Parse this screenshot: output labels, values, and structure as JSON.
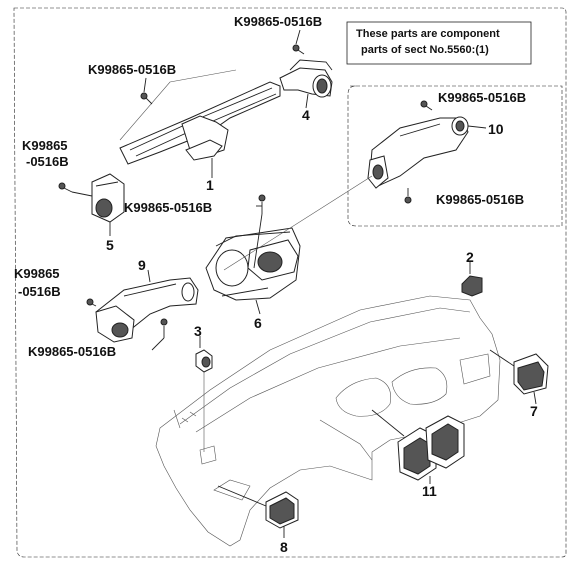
{
  "note": {
    "line1": "These parts are component",
    "line2": "parts of sect No.5560:(1)"
  },
  "bolt_labels": {
    "b1": "K99865-0516B",
    "b2": "K99865-0516B",
    "b3a": "K99865",
    "b3b": "-0516B",
    "b4": "K99865-0516B",
    "b5": "K99865-0516B",
    "b6": "K99865-0516B",
    "b7a": "K99865",
    "b7b": "-0516B",
    "b8": "K99865-0516B"
  },
  "part_numbers": {
    "p1": "1",
    "p2": "2",
    "p3": "3",
    "p4": "4",
    "p5": "5",
    "p6": "6",
    "p7": "7",
    "p8": "8",
    "p9": "9",
    "p10": "10",
    "p11": "11"
  }
}
